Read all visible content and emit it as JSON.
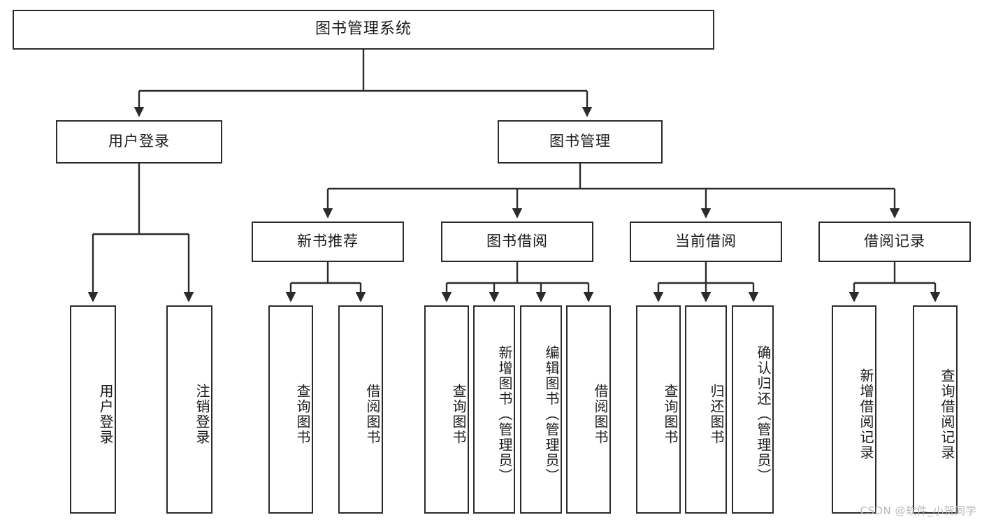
{
  "diagram": {
    "title": "图书管理系统",
    "type": "功能结构图",
    "watermark": "CSDN @软件_小贺同学",
    "colors": {
      "stroke": "#2b2b2b",
      "fill": "#ffffff",
      "text": "#1b1b1b",
      "watermark": "#b9b9b9"
    }
  },
  "nodes": {
    "root": {
      "label": "图书管理系统"
    },
    "level1": [
      {
        "id": "user-login",
        "label": "用户登录"
      },
      {
        "id": "book-manage",
        "label": "图书管理"
      }
    ],
    "level2": [
      {
        "id": "new-book-rec",
        "label": "新书推荐"
      },
      {
        "id": "book-borrow",
        "label": "图书借阅"
      },
      {
        "id": "current-borrow",
        "label": "当前借阅"
      },
      {
        "id": "borrow-record",
        "label": "借阅记录"
      }
    ],
    "leaves": {
      "user_login": [
        {
          "id": "leaf-user-login",
          "label": "用户登录"
        },
        {
          "id": "leaf-logout",
          "label": "注销登录"
        }
      ],
      "new_book_rec": [
        {
          "id": "leaf-query-book-1",
          "label": "查询图书"
        },
        {
          "id": "leaf-borrow-book-1",
          "label": "借阅图书"
        }
      ],
      "book_borrow": [
        {
          "id": "leaf-query-book-2",
          "label": "查询图书"
        },
        {
          "id": "leaf-add-book",
          "label": "新增图书（管理员）"
        },
        {
          "id": "leaf-edit-book",
          "label": "编辑图书（管理员）"
        },
        {
          "id": "leaf-borrow-book-2",
          "label": "借阅图书"
        }
      ],
      "current_borrow": [
        {
          "id": "leaf-query-book-3",
          "label": "查询图书"
        },
        {
          "id": "leaf-return-book",
          "label": "归还图书"
        },
        {
          "id": "leaf-confirm-return",
          "label": "确认归还（管理员）"
        }
      ],
      "borrow_record": [
        {
          "id": "leaf-add-record",
          "label": "新增借阅记录"
        },
        {
          "id": "leaf-query-record",
          "label": "查询借阅记录"
        }
      ]
    }
  }
}
